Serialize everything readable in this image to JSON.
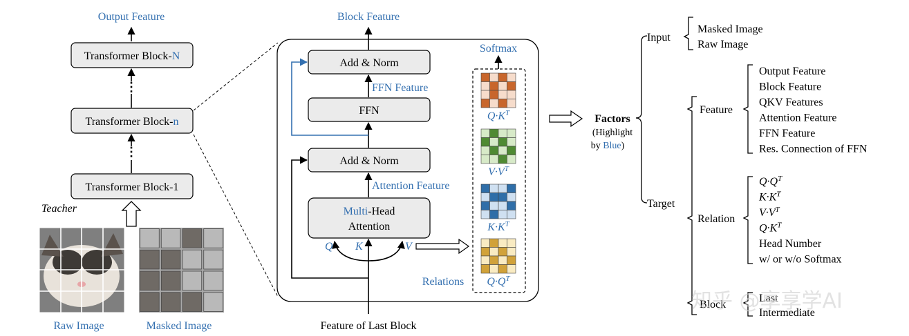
{
  "teacher": {
    "output_feature": "Output Feature",
    "block_n_upper_prefix": "Transformer Block-",
    "block_n_upper_suffix": "N",
    "block_n_mid_prefix": "Transformer Block-",
    "block_n_mid_suffix": "n",
    "block_1": "Transformer Block-1",
    "teacher_label": "Teacher",
    "raw_image": "Raw Image",
    "masked_image": "Masked Image",
    "dots": "⋮"
  },
  "block_detail": {
    "block_feature": "Block Feature",
    "add_norm_top": "Add & Norm",
    "ffn_feature": "FFN Feature",
    "ffn": "FFN",
    "add_norm_bottom": "Add & Norm",
    "attention_feature": "Attention Feature",
    "mha_prefix": "Multi",
    "mha_suffix": "-Head",
    "mha_line2": "Attention",
    "q": "Q",
    "k": "K",
    "v": "V",
    "feature_of_last_block": "Feature of Last Block",
    "relations": "Relations",
    "softmax": "Softmax",
    "matrices": [
      {
        "label": "Q·K",
        "sup": "T",
        "color_dark": "#c8662c",
        "color_light": "#f6dccb"
      },
      {
        "label": "V·V",
        "sup": "T",
        "color_dark": "#4f8a33",
        "color_light": "#d7eac8"
      },
      {
        "label": "K·K",
        "sup": "T",
        "color_dark": "#2f6ea8",
        "color_light": "#cfe0f1"
      },
      {
        "label": "Q·Q",
        "sup": "T",
        "color_dark": "#d1a23a",
        "color_light": "#f9ebc2"
      }
    ]
  },
  "factors": {
    "title": "Factors",
    "subtitle_line1": "(Highlight",
    "subtitle_line2_prefix": "by ",
    "subtitle_line2_blue": "Blue",
    "subtitle_line2_suffix": ")",
    "input": {
      "label": "Input",
      "items": [
        "Masked Image",
        "Raw Image"
      ]
    },
    "target": {
      "label": "Target",
      "feature": {
        "label": "Feature",
        "items": [
          "Output Feature",
          "Block Feature",
          "QKV Features",
          "Attention Feature",
          "FFN Feature",
          "Res. Connection of FFN"
        ]
      },
      "relation": {
        "label": "Relation",
        "items": [
          {
            "base": "Q·Q",
            "sup": "T"
          },
          {
            "base": "K·K",
            "sup": "T"
          },
          {
            "base": "V·V",
            "sup": "T"
          },
          {
            "base": "Q·K",
            "sup": "T"
          },
          {
            "base": "Head Number",
            "sup": ""
          },
          {
            "base": "w/ or w/o Softmax",
            "sup": ""
          }
        ]
      },
      "block": {
        "label": "Block",
        "items": [
          "Last",
          "Intermediate"
        ]
      }
    }
  },
  "watermark": "知乎 @享享学AI",
  "colors": {
    "accent_blue": "#3470b0",
    "block_fill": "#ebebeb"
  }
}
